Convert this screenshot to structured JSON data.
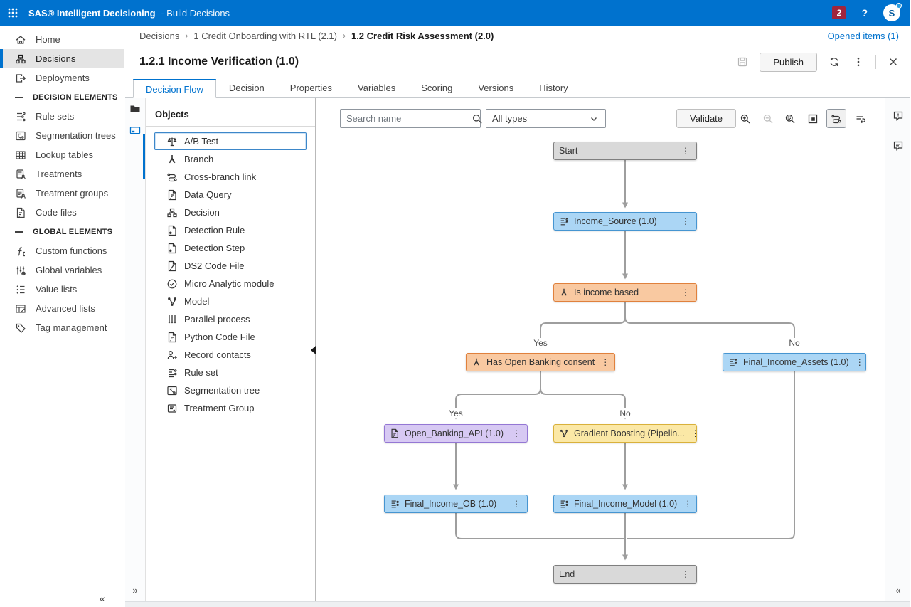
{
  "app": {
    "title_bold": "SAS® Intelligent Decisioning",
    "title_suffix": "- Build Decisions",
    "notification_count": "2",
    "help_label": "?",
    "avatar_initial": "S"
  },
  "breadcrumb": {
    "sep": "›",
    "items": [
      "Decisions",
      "1 Credit Onboarding with RTL (2.1)",
      "1.2 Credit Risk Assessment (2.0)"
    ],
    "opened_items": "Opened items (1)"
  },
  "page": {
    "title": "1.2.1 Income Verification (1.0)",
    "publish_label": "Publish"
  },
  "tabs": [
    "Decision Flow",
    "Decision",
    "Properties",
    "Variables",
    "Scoring",
    "Versions",
    "History"
  ],
  "sidebar": {
    "items": [
      {
        "label": "Home"
      },
      {
        "label": "Decisions"
      },
      {
        "label": "Deployments"
      },
      {
        "label": "DECISION ELEMENTS"
      },
      {
        "label": "Rule sets"
      },
      {
        "label": "Segmentation trees"
      },
      {
        "label": "Lookup tables"
      },
      {
        "label": "Treatments"
      },
      {
        "label": "Treatment groups"
      },
      {
        "label": "Code files"
      },
      {
        "label": "GLOBAL ELEMENTS"
      },
      {
        "label": "Custom functions"
      },
      {
        "label": "Global variables"
      },
      {
        "label": "Value lists"
      },
      {
        "label": "Advanced lists"
      },
      {
        "label": "Tag management"
      }
    ],
    "collapse_glyph": "«"
  },
  "objects_panel": {
    "title": "Objects",
    "items": [
      {
        "label": "A/B Test"
      },
      {
        "label": "Branch"
      },
      {
        "label": "Cross-branch link"
      },
      {
        "label": "Data Query"
      },
      {
        "label": "Decision"
      },
      {
        "label": "Detection Rule"
      },
      {
        "label": "Detection Step"
      },
      {
        "label": "DS2 Code File"
      },
      {
        "label": "Micro Analytic module"
      },
      {
        "label": "Model"
      },
      {
        "label": "Parallel process"
      },
      {
        "label": "Python Code File"
      },
      {
        "label": "Record contacts"
      },
      {
        "label": "Rule set"
      },
      {
        "label": "Segmentation tree"
      },
      {
        "label": "Treatment Group"
      }
    ],
    "expand_glyph": "»"
  },
  "toolbar": {
    "search_placeholder": "Search name",
    "type_filter_value": "All types",
    "validate_label": "Validate"
  },
  "flow": {
    "nodes": [
      {
        "label": "Start",
        "color": "gray"
      },
      {
        "label": "Income_Source (1.0)",
        "color": "blue"
      },
      {
        "label": "Is income based",
        "color": "orange"
      },
      {
        "label": "Has Open Banking consent",
        "color": "orange"
      },
      {
        "label": "Final_Income_Assets (1.0)",
        "color": "blue"
      },
      {
        "label": "Open_Banking_API (1.0)",
        "color": "purple"
      },
      {
        "label": "Gradient Boosting (Pipelin...",
        "color": "yellow"
      },
      {
        "label": "Final_Income_OB (1.0)",
        "color": "blue"
      },
      {
        "label": "Final_Income_Model (1.0)",
        "color": "blue"
      },
      {
        "label": "End",
        "color": "gray"
      }
    ],
    "edge_labels": {
      "yes1": "Yes",
      "no1": "No",
      "yes2": "Yes",
      "no2": "No"
    },
    "kebab_glyph": "⋮"
  },
  "right_panel": {
    "collapse_glyph": "«"
  },
  "colors": {
    "accent": "#0072ce",
    "badge": "#a1253c",
    "node_gray": "#d9d9d9",
    "node_blue": "#abd6f5",
    "node_orange": "#f9c9a1",
    "node_purple": "#d7c9f3",
    "node_yellow": "#fbe8a6",
    "edge": "#9e9e9e"
  }
}
